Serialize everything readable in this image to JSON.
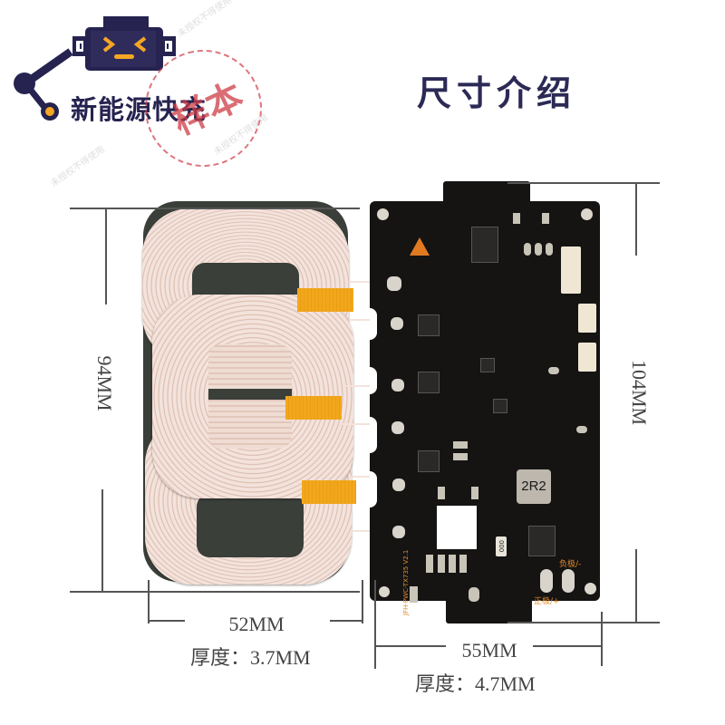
{
  "logo": {
    "brand_text": "新能源快充",
    "stamp_text": "样本",
    "watermark_text": "未授权不得使用",
    "colors": {
      "navy": "#262350",
      "orange": "#f5a623",
      "stamp_red": "#cd3c46"
    }
  },
  "title": "尺寸介绍",
  "coil_assembly": {
    "height_label": "94MM",
    "width_label": "52MM",
    "thickness_label": "厚度：3.7MM",
    "coil_count": 3
  },
  "pcb": {
    "height_label": "104MM",
    "width_label": "55MM",
    "thickness_label": "厚度：4.7MM",
    "inductor_marking": "2R2",
    "resistor_marking": "000",
    "silkscreen_model": "JFH-PWC-TX735 V2.1",
    "silkscreen_negative": "负极/-",
    "silkscreen_positive": "正极/+"
  },
  "colors": {
    "dimension_line": "#555555",
    "title": "#2c2a55",
    "pcb": "#151413",
    "coil_wire": "#f3e3dc",
    "tape": "#f2a71b",
    "ferrite": "#3b3f3a"
  }
}
